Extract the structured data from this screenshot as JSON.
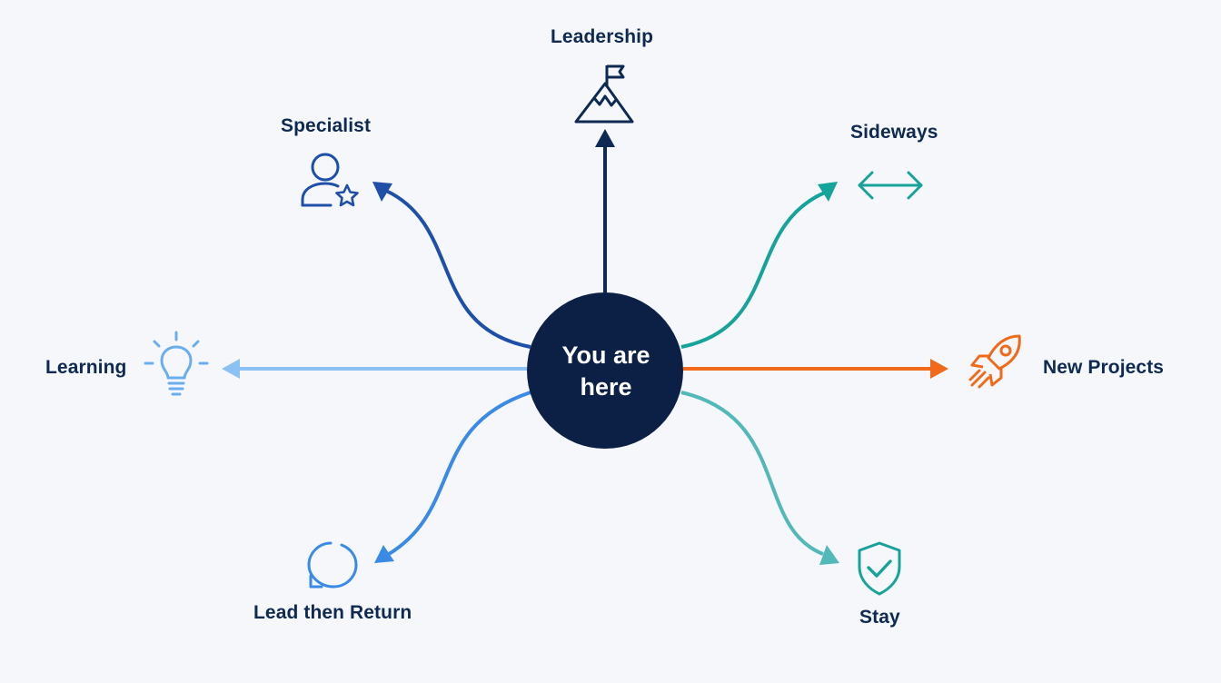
{
  "center": {
    "label_line1": "You are",
    "label_line2": "here",
    "color": "#0c1f45"
  },
  "paths": [
    {
      "id": "leadership",
      "label": "Leadership",
      "icon": "mountain-flag-icon",
      "color": "#0f2a52"
    },
    {
      "id": "specialist",
      "label": "Specialist",
      "icon": "user-star-icon",
      "color": "#1f4fa8"
    },
    {
      "id": "sideways",
      "label": "Sideways",
      "icon": "double-arrow-icon",
      "color": "#16a39a"
    },
    {
      "id": "learning",
      "label": "Learning",
      "icon": "lightbulb-icon",
      "color": "#6aaef0"
    },
    {
      "id": "new-projects",
      "label": "New Projects",
      "icon": "rocket-icon",
      "color": "#f06a1a"
    },
    {
      "id": "lead-then-return",
      "label": "Lead then Return",
      "icon": "circular-arrow-icon",
      "color": "#3b8ae6"
    },
    {
      "id": "stay",
      "label": "Stay",
      "icon": "shield-check-icon",
      "color": "#52b8b8"
    }
  ]
}
